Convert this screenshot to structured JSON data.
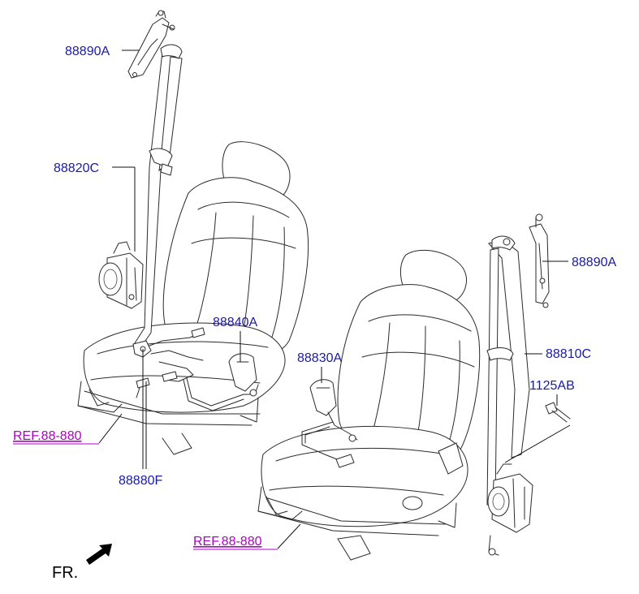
{
  "labels": {
    "anchor_top_left": "88890A",
    "belt_driver": "88820C",
    "buckle_driver": "88840A",
    "sensor_wire": "88880F",
    "ref_driver": "REF.88-880",
    "buckle_passenger": "88830A",
    "anchor_top_right": "88890A",
    "belt_passenger": "88810C",
    "bolt": "1125AB",
    "ref_passenger": "REF.88-880",
    "front_indicator": "FR."
  },
  "colors": {
    "part_number": "#1a1aa8",
    "reference": "#b000c8",
    "linework": "#2a2a2a"
  }
}
